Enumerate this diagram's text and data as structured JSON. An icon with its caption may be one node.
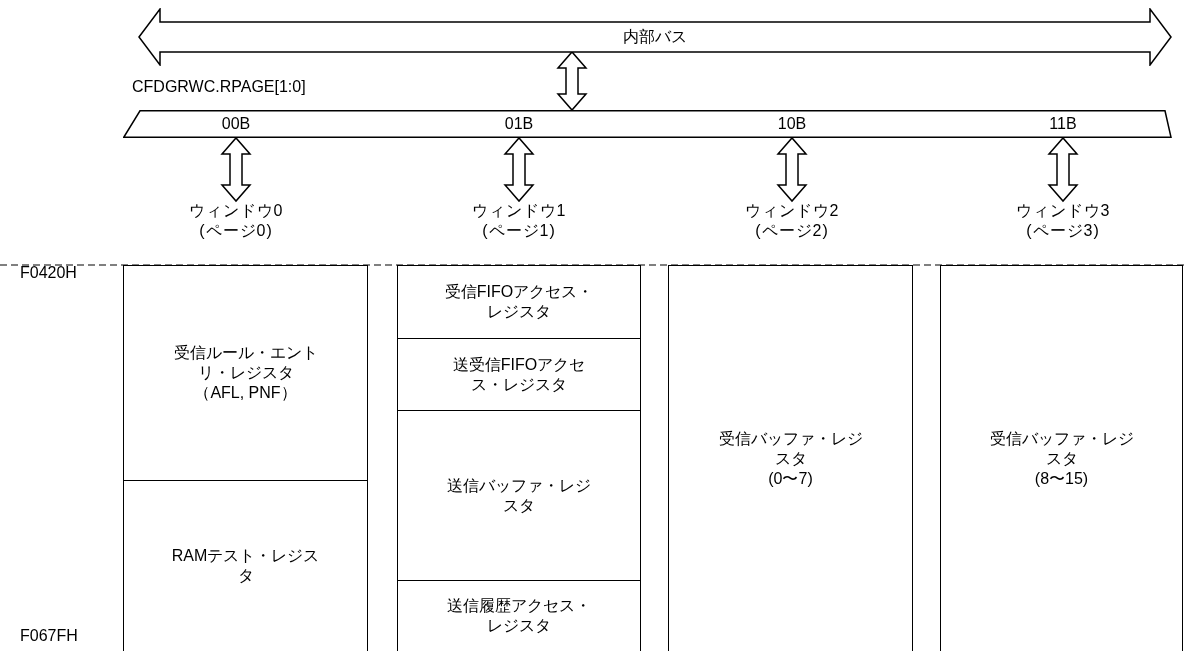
{
  "diagram": {
    "nodes": [
      {
        "text": [
          "内部バス"
        ]
      },
      {
        "text": [
          "00B",
          "01B",
          "10B",
          "11B"
        ],
        "beside": [
          "CFDGRWC.RPAGE[1:0]"
        ]
      },
      {
        "text": [
          "ウィンドウ0 (ページ0)"
        ]
      },
      {
        "text": [
          "ウィンドウ1 (ページ1)"
        ]
      },
      {
        "text": [
          "ウィンドウ2 (ページ2)"
        ]
      },
      {
        "text": [
          "ウィンドウ3 (ページ3)"
        ]
      },
      {
        "text": [
          "受信ルール・エントリ・レジスタ",
          "（AFL, PNF）"
        ]
      },
      {
        "text": [
          "RAMテスト・レジスタ"
        ]
      },
      {
        "text": [
          "受信FIFOアクセス・レジスタ"
        ]
      },
      {
        "text": [
          "送受信FIFOアクセス・レジスタ"
        ]
      },
      {
        "text": [
          "送信バッファ・レジスタ"
        ]
      },
      {
        "text": [
          "送信履歴アクセス・レジスタ"
        ]
      },
      {
        "text": [
          "受信バッファ・レジスタ",
          "(0〜7)"
        ]
      },
      {
        "text": [
          "受信バッファ・レジスタ",
          "(8〜15)"
        ]
      }
    ],
    "edges": [
      {
        "from": 0,
        "to": 1,
        "arrow": "both"
      },
      {
        "from": 1,
        "to": 2,
        "arrow": "both"
      },
      {
        "from": 1,
        "to": 3,
        "arrow": "both"
      },
      {
        "from": 1,
        "to": 4,
        "arrow": "both"
      },
      {
        "from": 1,
        "to": 5,
        "arrow": "both"
      }
    ],
    "labels": [
      "F0420H",
      "F067FH"
    ]
  }
}
